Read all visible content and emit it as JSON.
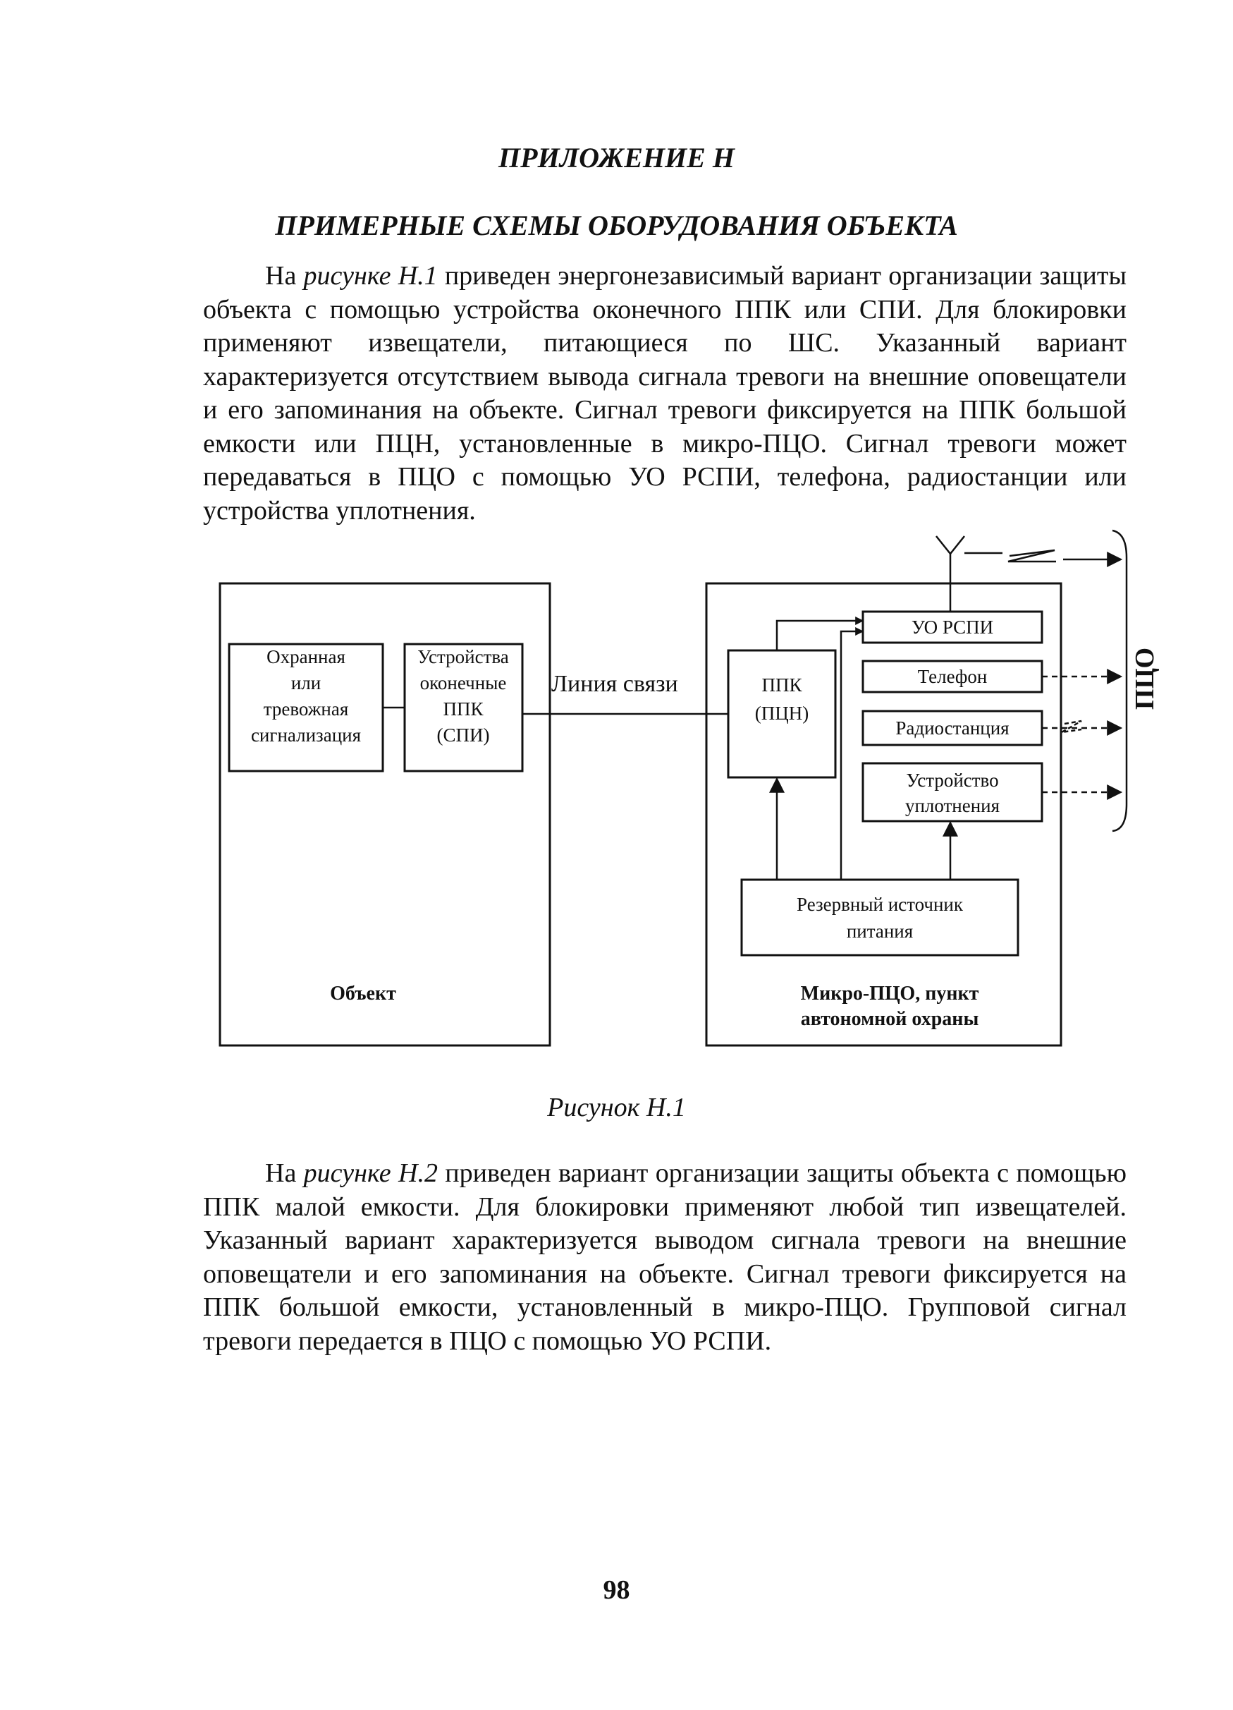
{
  "appendix_title": "ПРИЛОЖЕНИЕ Н",
  "section_title": "ПРИМЕРНЫЕ СХЕМЫ ОБОРУДОВАНИЯ ОБЪЕКТА",
  "paragraph1": {
    "p1": "На ",
    "ref": "рисунке Н.1",
    "p2": " приведен энергонезависимый вариант организации защиты объекта с помощью устройства оконечного ППК или СПИ. Для блокировки применяют извещатели, питающиеся по ШС. Указанный вариант характеризуется отсутствием вывода сигнала тревоги на внешние оповещатели и его запоминания на объекте. Сигнал тревоги фиксируется на ППК большой емкости или ПЦН, установленные в микро-ПЦО. Сигнал тревоги может передаваться в ПЦО с помощью УО РСПИ, телефона, радиостанции или устройства уплотнения."
  },
  "diagram": {
    "object_label": "Объект",
    "alarm_system": [
      "Охранная",
      "или",
      "тревожная",
      "сигнализация"
    ],
    "terminal_device": [
      "Устройства",
      "оконечные",
      "ППК",
      "(СПИ)"
    ],
    "comm_line": "Линия связи",
    "ppk": [
      "ППК",
      "(ПЦН)"
    ],
    "uo_rspi": "УО РСПИ",
    "telephone": "Телефон",
    "radio": "Радиостанция",
    "multiplexer": [
      "Устройство",
      "уплотнения"
    ],
    "power_supply": [
      "Резервный источник",
      "питания"
    ],
    "micro_pco": [
      "Микро-ПЦО, пункт",
      "автономной охраны"
    ],
    "pco": "ПЦО"
  },
  "figure_caption": "Рисунок Н.1",
  "paragraph2": {
    "p1": "На ",
    "ref": "рисунке Н.2",
    "p2": " приведен вариант организации защиты объекта с помощью ППК малой емкости. Для блокировки применяют любой тип извещателей. Указанный вариант характеризуется выводом сигнала тревоги на внешние оповещатели и его запоминания на объекте. Сигнал тревоги фиксируется на ППК большой емкости, установленный в микро-ПЦО. Групповой сигнал тревоги передается в ПЦО с помощью УО РСПИ."
  },
  "page_number": "98"
}
